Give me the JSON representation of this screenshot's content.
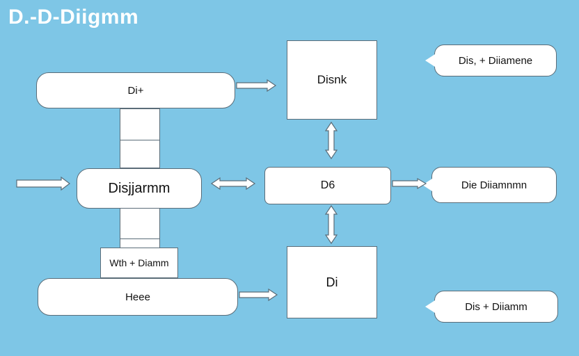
{
  "title": "D.-D-Diigmm",
  "nodes": {
    "top_left": "Di+",
    "center_left": "Disjjarmm",
    "label_box": "Wth  + Diamm",
    "bottom_left": "Heee",
    "top_center": "Disnk",
    "middle_center": "D6",
    "bottom_center": "Di"
  },
  "callouts": {
    "top_right": "Dis, + Diiamene",
    "middle_right": "Die Diiamnmn",
    "bottom_right": "Dis + Diiamm"
  },
  "colors": {
    "background": "#7ec6e6",
    "node_fill": "#ffffff",
    "border": "#5a6c78",
    "title": "#ffffff"
  }
}
